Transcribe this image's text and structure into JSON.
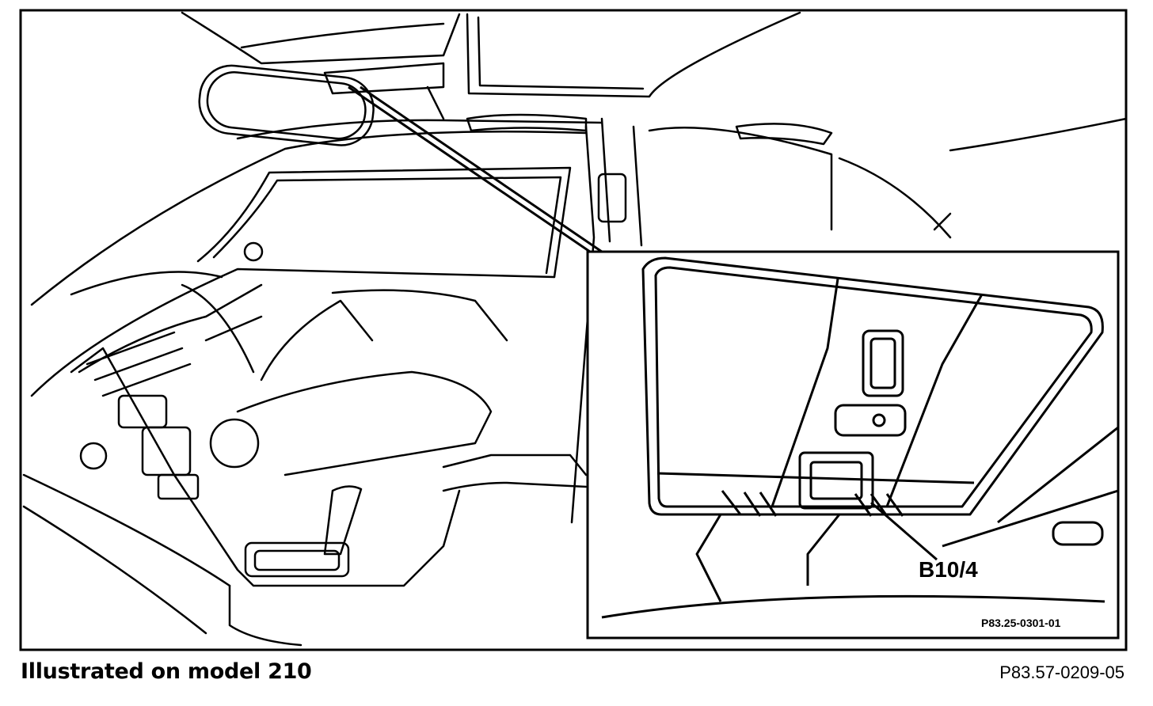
{
  "caption": "Illustrated on model 210",
  "figure_code": "P83.57-0209-05",
  "inset": {
    "component_label": "B10/4",
    "figure_code": "P83.25-0301-01"
  },
  "colors": {
    "ink": "#000000",
    "paper": "#ffffff"
  }
}
